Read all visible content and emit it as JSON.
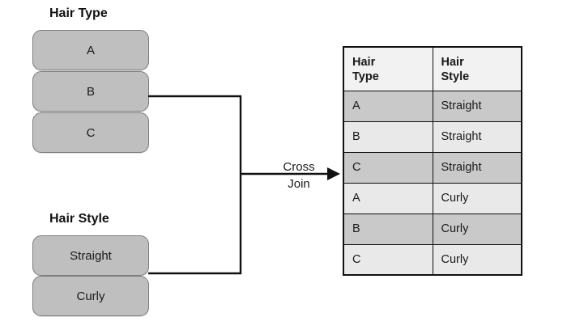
{
  "diagram": {
    "title_hair_type": "Hair Type",
    "title_hair_style": "Hair Style",
    "join_label_line1": "Cross",
    "join_label_line2": "Join",
    "colors": {
      "node_fill": "#bfbfbf",
      "node_border": "#7d7d7d",
      "row_dark": "#c9c9c9",
      "row_light": "#e9e9e9",
      "header_fill": "#f2f2f2",
      "line": "#111111",
      "text": "#1a1a1a"
    }
  },
  "hair_type_nodes": [
    {
      "label": "A"
    },
    {
      "label": "B"
    },
    {
      "label": "C"
    }
  ],
  "hair_style_nodes": [
    {
      "label": "Straight"
    },
    {
      "label": "Curly"
    }
  ],
  "result_table": {
    "headers": [
      {
        "line1": "Hair",
        "line2": "Type"
      },
      {
        "line1": "Hair",
        "line2": "Style"
      }
    ],
    "rows": [
      {
        "hair_type": "A",
        "hair_style": "Straight",
        "shade": "dark"
      },
      {
        "hair_type": "B",
        "hair_style": "Straight",
        "shade": "light"
      },
      {
        "hair_type": "C",
        "hair_style": "Straight",
        "shade": "dark"
      },
      {
        "hair_type": "A",
        "hair_style": "Curly",
        "shade": "light"
      },
      {
        "hair_type": "B",
        "hair_style": "Curly",
        "shade": "dark"
      },
      {
        "hair_type": "C",
        "hair_style": "Curly",
        "shade": "light"
      }
    ]
  }
}
